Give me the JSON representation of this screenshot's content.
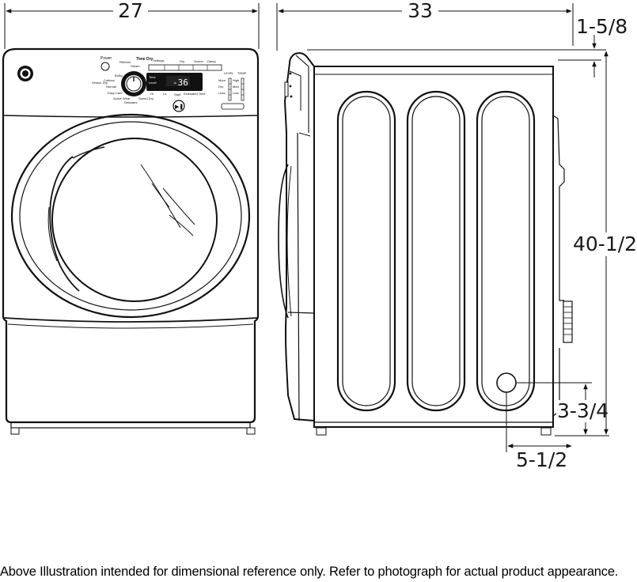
{
  "dimensions": {
    "front_width": "27",
    "side_depth": "33",
    "top_offset": "1-5/8",
    "height": "40-1/2",
    "vent_height": "3-3/4",
    "vent_offset": "5-1/2"
  },
  "panel": {
    "power_label": "Power",
    "time_dry_label": "Time Dry",
    "display_value": "-36",
    "level_label": "LEVEL",
    "temp_label": "TEMP",
    "start_label": "Start",
    "sensor_dry_label": "Sensor Dry",
    "cotton_label": "Cottons",
    "delicates_label": "Delicates",
    "active_wear_label": "Active Wear",
    "easy_care_label": "Easy Care"
  },
  "caption": "Above Illustration intended for dimensional reference only. Refer to photograph for actual product appearance."
}
